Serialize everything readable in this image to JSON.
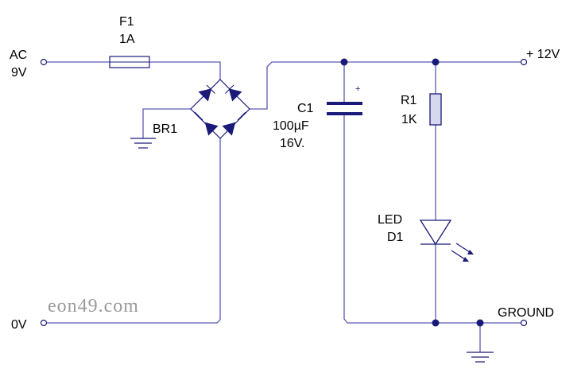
{
  "labels": {
    "ac": "AC",
    "ac_voltage": "9V",
    "zero_volt": "0V",
    "fuse_ref": "F1",
    "fuse_value": "1A",
    "bridge_ref": "BR1",
    "cap_ref": "C1",
    "cap_value": "100µF",
    "cap_voltage": "16V.",
    "cap_polarity": "+",
    "res_ref": "R1",
    "res_value": "1K",
    "led_ref": "LED",
    "led_num": "D1",
    "out_voltage": "+ 12V",
    "ground": "GROUND",
    "watermark": "eon49.com"
  },
  "colors": {
    "wire": "#5a5ab4",
    "component": "#1a1a78",
    "resistor_fill": "#d7d7ef",
    "text": "#000000",
    "watermark": "#9a9a9a"
  }
}
